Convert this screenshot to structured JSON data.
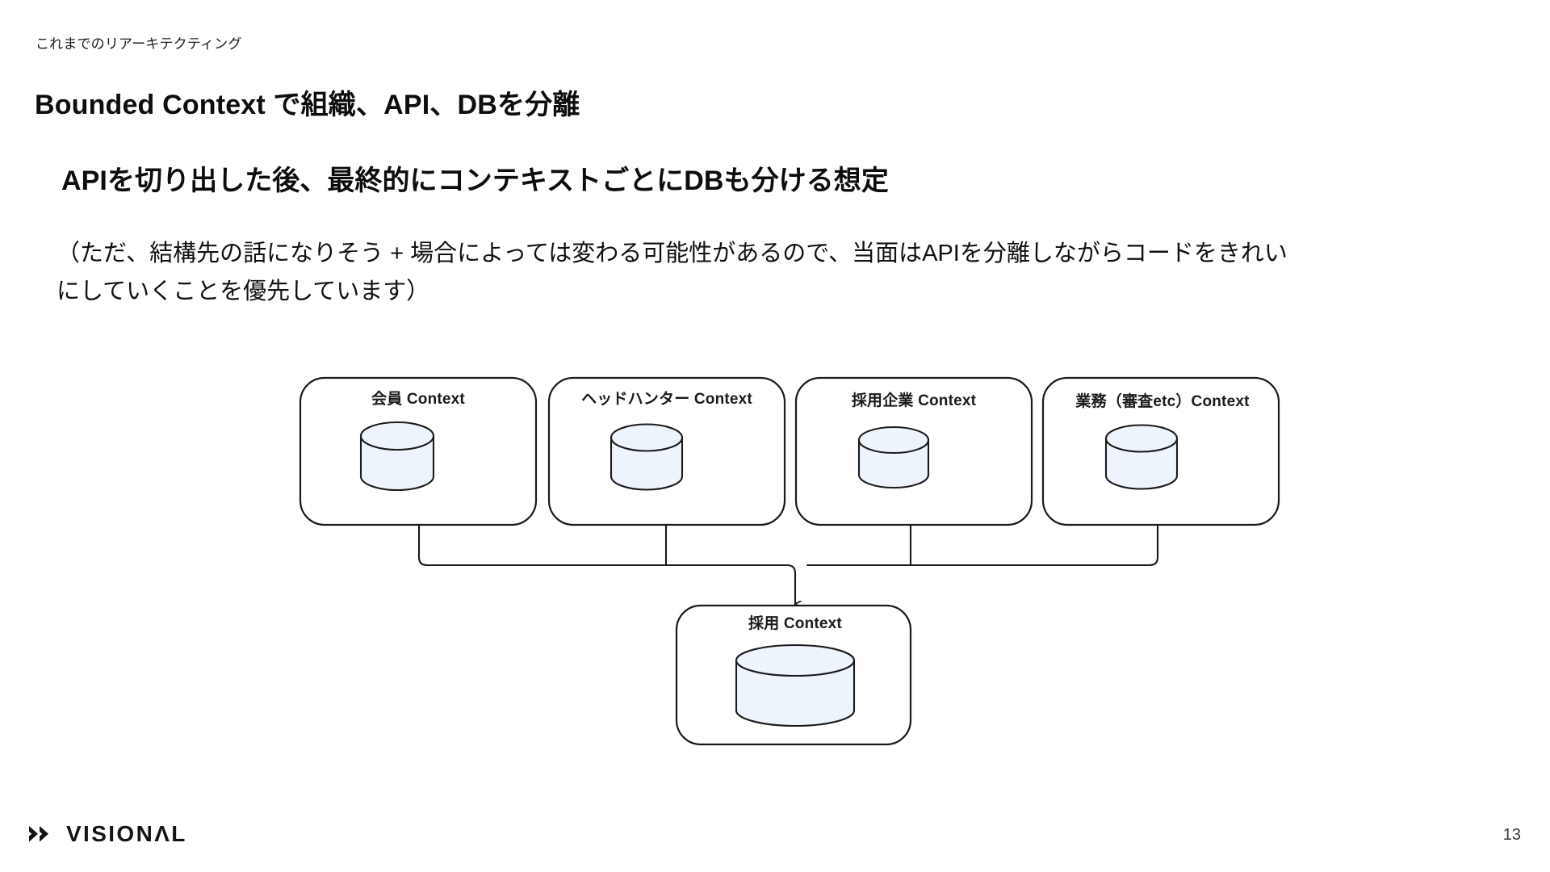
{
  "slide": {
    "eyebrow": "これまでのリアーキテクティング",
    "title": "Bounded Context で組織、API、DBを分離",
    "lead": "APIを切り出した後、最終的にコンテキストごとにDBも分ける想定",
    "note_lines": [
      "（ただ、結構先の話になりそう + 場合によっては変わる可能性があるので、当面はAPIを分離しながらコードをきれい",
      "にしていくことを優先しています）"
    ],
    "page_number": "13"
  },
  "diagram": {
    "type": "context-map",
    "upstream_contexts": [
      {
        "label": "会員 Context",
        "database_icon": "database-cylinder-icon"
      },
      {
        "label": "ヘッドハンター Context",
        "database_icon": "database-cylinder-icon"
      },
      {
        "label": "採用企業 Context",
        "database_icon": "database-cylinder-icon"
      },
      {
        "label": "業務（審査etc）Context",
        "database_icon": "database-cylinder-icon"
      }
    ],
    "downstream_context": {
      "label": "採用 Context",
      "database_icon": "database-cylinder-icon"
    },
    "connector": {
      "style": "merge-bus-with-arrow",
      "arrow_icon": "arrow-down-icon",
      "direction": "upstream-to-downstream"
    },
    "colors": {
      "stroke": "#1a1a1a",
      "box_fill": "#ffffff",
      "cylinder_fill": "#eef4fb",
      "cylinder_stroke": "#1a1a1a"
    }
  },
  "footer": {
    "logo_text": "VISIONΛL",
    "logo_mark": "double-chevron-icon"
  }
}
